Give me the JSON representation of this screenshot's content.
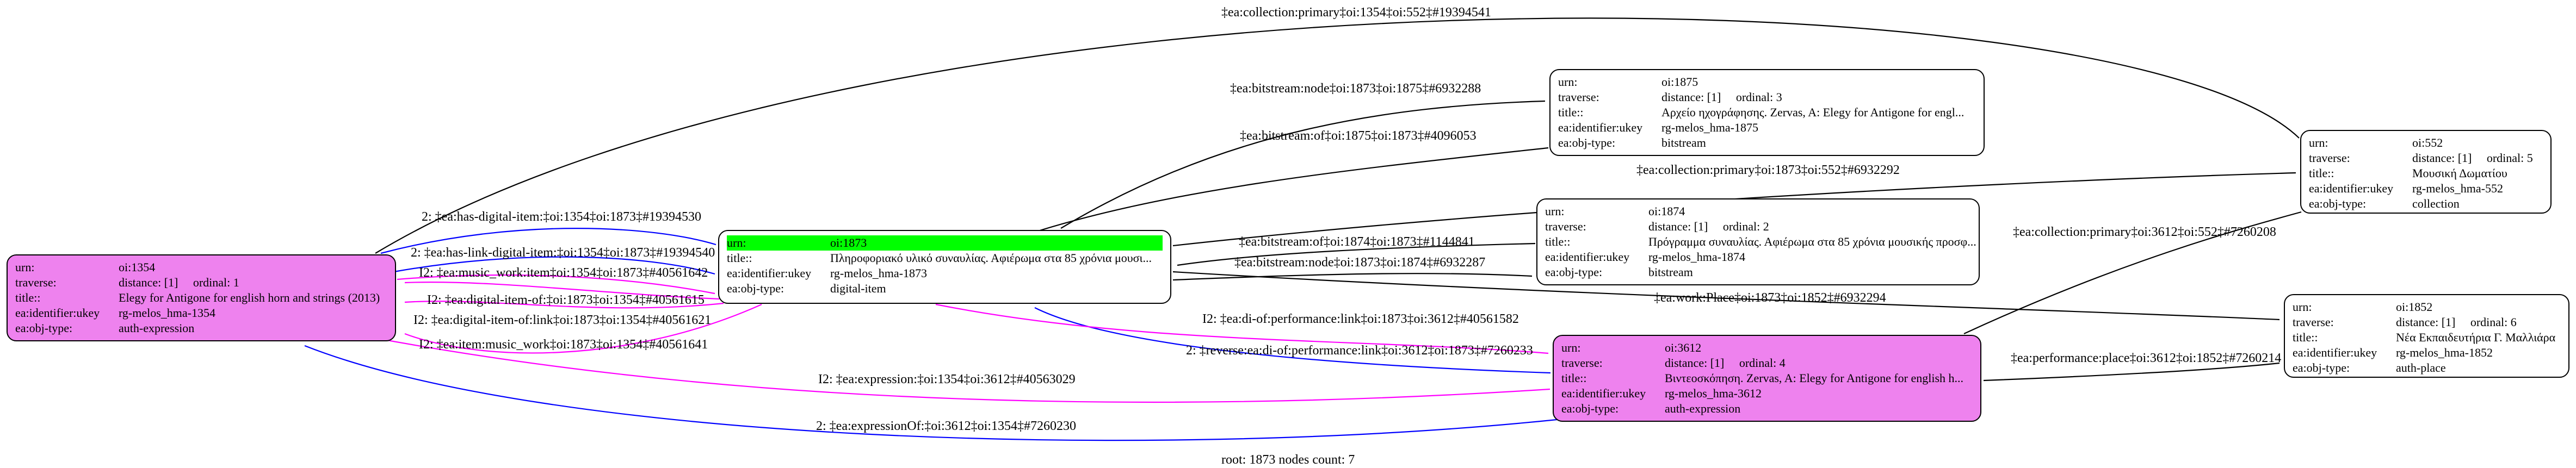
{
  "graph": {
    "footer": "root: 1873 nodes count: 7"
  },
  "colors": {
    "expression_node_fill": "#ee82ee",
    "urn_highlight_fill": "#00ff00",
    "edge_black": "#000000",
    "edge_blue": "#0000ff",
    "edge_magenta": "#ff00ff",
    "node_border": "#000000",
    "background": "#ffffff"
  },
  "nodes": [
    {
      "id": "oi:1354",
      "rows": [
        {
          "key": "urn:",
          "value": "oi:1354"
        },
        {
          "key": "traverse:",
          "value": "distance: [1]     ordinal: 1"
        },
        {
          "key": "title::",
          "value": "Elegy for Antigone for english horn and strings (2013)"
        },
        {
          "key": "ea:identifier:ukey",
          "value": "rg-melos_hma-1354"
        },
        {
          "key": "ea:obj-type:",
          "value": "auth-expression"
        }
      ]
    },
    {
      "id": "oi:1873",
      "rows": [
        {
          "key": "urn:",
          "value": "oi:1873"
        },
        {
          "key": "title::",
          "value": "Πληροφοριακό υλικό συναυλίας. Αφιέρωμα στα 85 χρόνια μουσι..."
        },
        {
          "key": "ea:identifier:ukey",
          "value": "rg-melos_hma-1873"
        },
        {
          "key": "ea:obj-type:",
          "value": "digital-item"
        }
      ]
    },
    {
      "id": "oi:1875",
      "rows": [
        {
          "key": "urn:",
          "value": "oi:1875"
        },
        {
          "key": "traverse:",
          "value": "distance: [1]     ordinal: 3"
        },
        {
          "key": "title::",
          "value": "Αρχείο ηχογράφησης. Zervas, A: Elegy for Antigone for engl..."
        },
        {
          "key": "ea:identifier:ukey",
          "value": "rg-melos_hma-1875"
        },
        {
          "key": "ea:obj-type:",
          "value": "bitstream"
        }
      ]
    },
    {
      "id": "oi:1874",
      "rows": [
        {
          "key": "urn:",
          "value": "oi:1874"
        },
        {
          "key": "traverse:",
          "value": "distance: [1]     ordinal: 2"
        },
        {
          "key": "title::",
          "value": "Πρόγραμμα συναυλίας. Αφιέρωμα στα 85 χρόνια μουσικής προσφ..."
        },
        {
          "key": "ea:identifier:ukey",
          "value": "rg-melos_hma-1874"
        },
        {
          "key": "ea:obj-type:",
          "value": "bitstream"
        }
      ]
    },
    {
      "id": "oi:3612",
      "rows": [
        {
          "key": "urn:",
          "value": "oi:3612"
        },
        {
          "key": "traverse:",
          "value": "distance: [1]     ordinal: 4"
        },
        {
          "key": "title::",
          "value": "Βιντεοσκόπηση. Zervas, A: Elegy for Antigone for english h..."
        },
        {
          "key": "ea:identifier:ukey",
          "value": "rg-melos_hma-3612"
        },
        {
          "key": "ea:obj-type:",
          "value": "auth-expression"
        }
      ]
    },
    {
      "id": "oi:552",
      "rows": [
        {
          "key": "urn:",
          "value": "oi:552"
        },
        {
          "key": "traverse:",
          "value": "distance: [1]     ordinal: 5"
        },
        {
          "key": "title::",
          "value": "Μουσική Δωματίου"
        },
        {
          "key": "ea:identifier:ukey",
          "value": "rg-melos_hma-552"
        },
        {
          "key": "ea:obj-type:",
          "value": "collection"
        }
      ]
    },
    {
      "id": "oi:1852",
      "rows": [
        {
          "key": "urn:",
          "value": "oi:1852"
        },
        {
          "key": "traverse:",
          "value": "distance: [1]     ordinal: 6"
        },
        {
          "key": "title::",
          "value": "Νέα Εκπαιδευτήρια Γ. Μαλλιάρα"
        },
        {
          "key": "ea:identifier:ukey",
          "value": "rg-melos_hma-1852"
        },
        {
          "key": "ea:obj-type:",
          "value": "auth-place"
        }
      ]
    }
  ],
  "edge_labels": [
    {
      "text": "‡ea:collection:primary‡oi:1354‡oi:552‡#19394541"
    },
    {
      "text": "‡ea:bitstream:node‡oi:1873‡oi:1875‡#6932288"
    },
    {
      "text": "‡ea:bitstream:of‡oi:1875‡oi:1873‡#4096053"
    },
    {
      "text": "2: ‡ea:has-digital-item:‡oi:1354‡oi:1873‡#19394530"
    },
    {
      "text": "2: ‡ea:has-link-digital-item:‡oi:1354‡oi:1873‡#19394540"
    },
    {
      "text": "I2: ‡ea:music_work:item‡oi:1354‡oi:1873‡#40561642"
    },
    {
      "text": "I2: ‡ea:digital-item-of:‡oi:1873‡oi:1354‡#40561615"
    },
    {
      "text": "I2: ‡ea:digital-item-of:link‡oi:1873‡oi:1354‡#40561621"
    },
    {
      "text": "I2: ‡ea:item:music_work‡oi:1873‡oi:1354‡#40561641"
    },
    {
      "text": "I2: ‡ea:expression:‡oi:1354‡oi:3612‡#40563029"
    },
    {
      "text": "2: ‡ea:expressionOf:‡oi:3612‡oi:1354‡#7260230"
    },
    {
      "text": "I2: ‡ea:di-of:performance:link‡oi:1873‡oi:3612‡#40561582"
    },
    {
      "text": "2: ‡reverse:ea:di-of:performance:link‡oi:3612‡oi:1873‡#7260233"
    },
    {
      "text": "‡ea:collection:primary‡oi:1873‡oi:552‡#6932292"
    },
    {
      "text": "‡ea:bitstream:of‡oi:1874‡oi:1873‡#1144841"
    },
    {
      "text": "‡ea:bitstream:node‡oi:1873‡oi:1874‡#6932287"
    },
    {
      "text": "‡ea:work:Place‡oi:1873‡oi:1852‡#6932294"
    },
    {
      "text": "‡ea:collection:primary‡oi:3612‡oi:552‡#7260208"
    },
    {
      "text": "‡ea:performance:place‡oi:3612‡oi:1852‡#7260214"
    }
  ]
}
